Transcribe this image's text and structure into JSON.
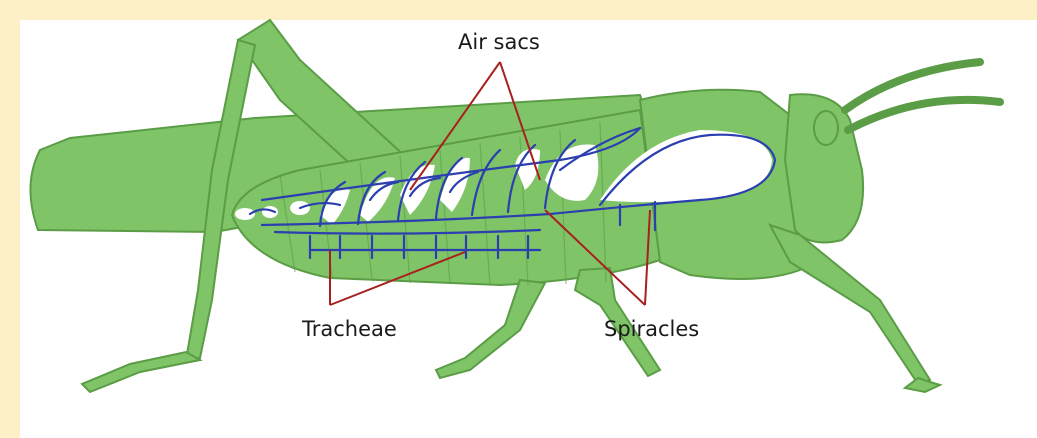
{
  "colors": {
    "frame": "#fdf0c7",
    "body_fill": "#7fc466",
    "outline": "#5b9c47",
    "trachea": "#2b3fb0",
    "air_sac": "#ffffff",
    "leader_line": "#a82020",
    "text": "#1a1a1a"
  },
  "labels": {
    "air_sacs": "Air sacs",
    "tracheae": "Tracheae",
    "spiracles": "Spiracles"
  }
}
